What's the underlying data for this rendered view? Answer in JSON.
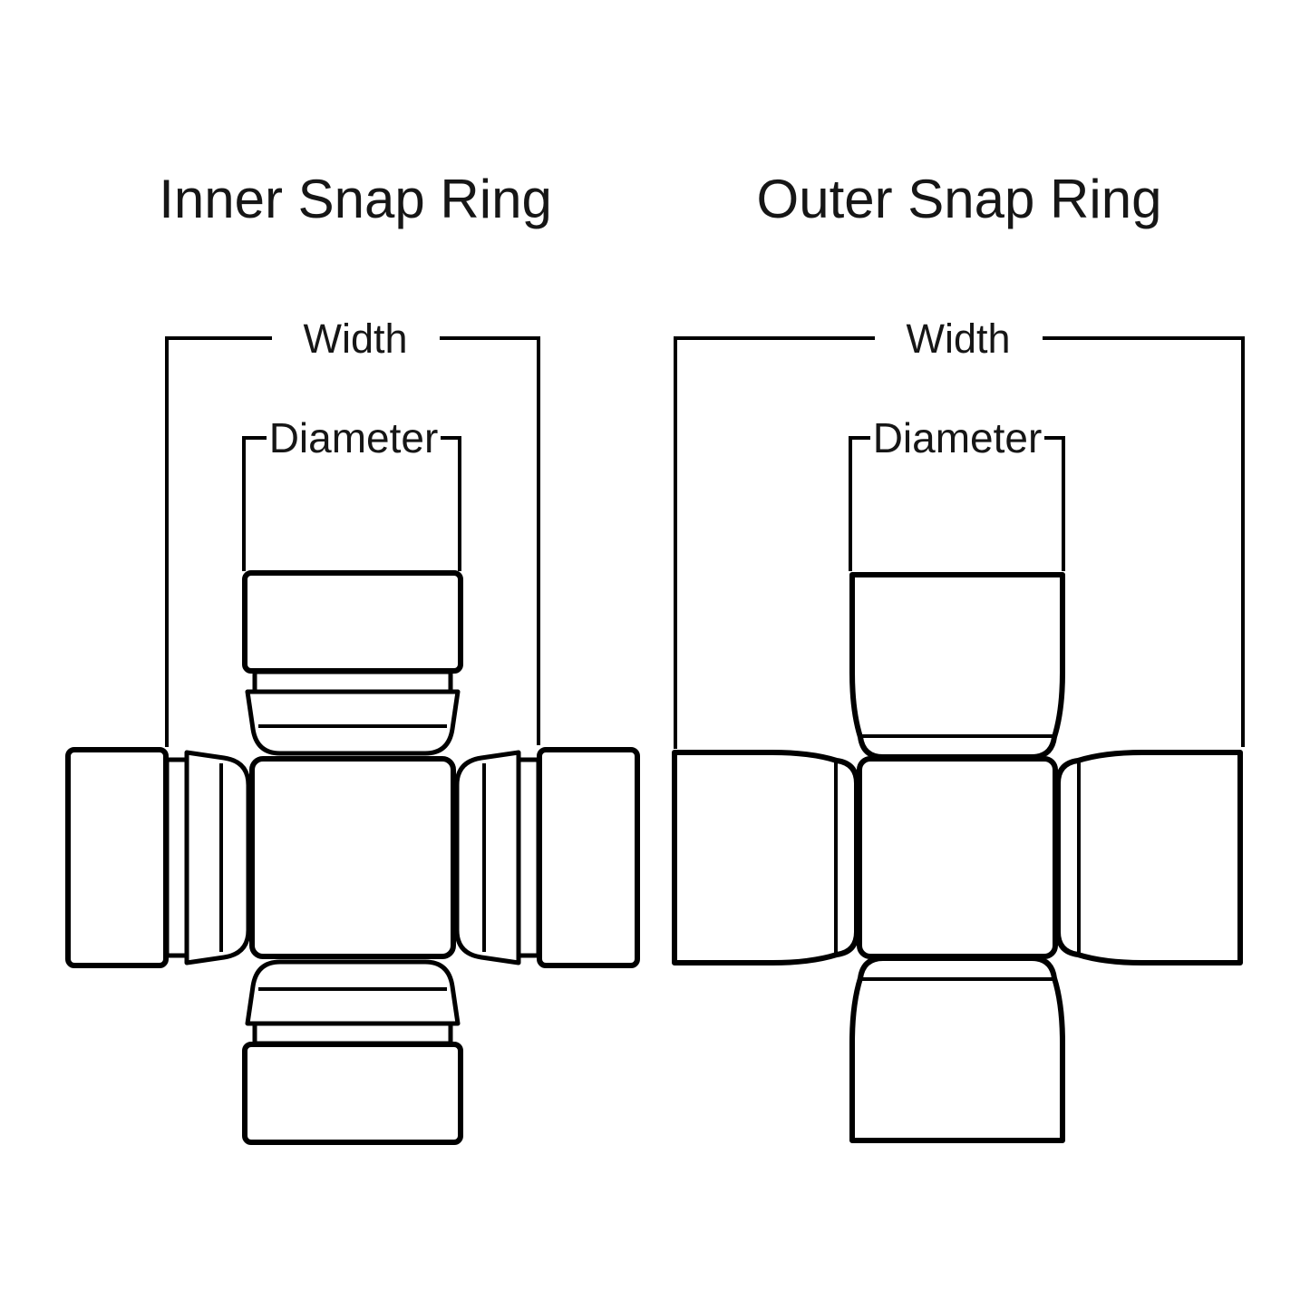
{
  "figure": {
    "kind": "u-joint-snap-ring-comparison-diagram",
    "background_color": "#ffffff",
    "line_color": "#000000",
    "text_color": "#161616"
  },
  "diagrams": {
    "inner": {
      "title": "Inner Snap Ring",
      "width_label": "Width",
      "diameter_label": "Diameter"
    },
    "outer": {
      "title": "Outer Snap Ring",
      "width_label": "Width",
      "diameter_label": "Diameter"
    }
  }
}
